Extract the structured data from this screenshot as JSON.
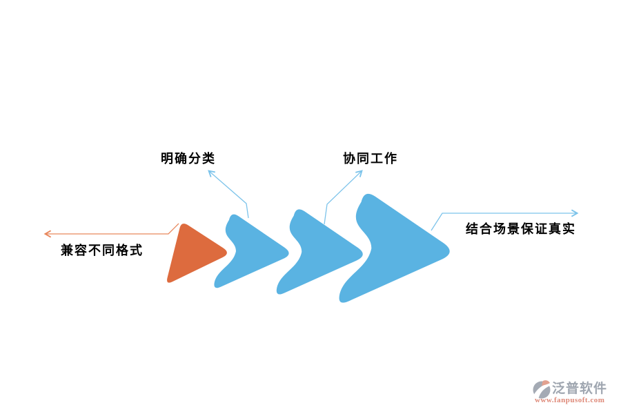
{
  "colors": {
    "background": "#FFFFFF",
    "chevron_orange": "#DD6B3E",
    "chevron_blue": "#5AB3E2",
    "leader_orange": "#E8875C",
    "leader_blue": "#7CC3EA",
    "label_text": "#000000",
    "watermark_gray": "#9FA6B0",
    "watermark_url_color": "#DE8877"
  },
  "diagram": {
    "type": "chevron-process-flow",
    "direction": "left-to-right",
    "chevrons": [
      {
        "index": 1,
        "color_name": "orange",
        "label": "兼容不同格式",
        "label_position": "left"
      },
      {
        "index": 2,
        "color_name": "blue",
        "label": "明确分类",
        "label_position": "top-left"
      },
      {
        "index": 3,
        "color_name": "blue",
        "label": "协同工作",
        "label_position": "top"
      },
      {
        "index": 4,
        "color_name": "blue",
        "label": "结合场景保证真实",
        "label_position": "right"
      }
    ]
  },
  "watermark": {
    "brand": "泛普软件",
    "url": "www.fanpusoft.com"
  }
}
